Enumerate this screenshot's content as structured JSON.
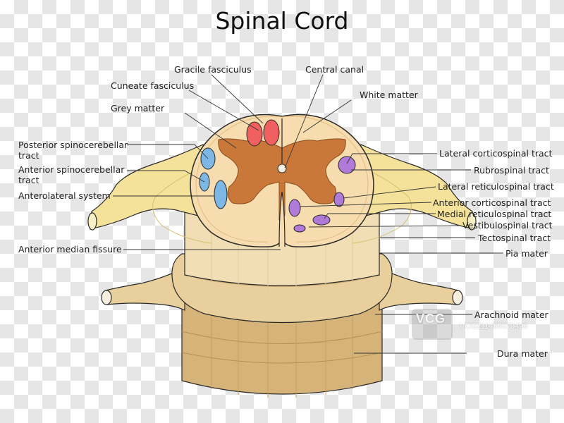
{
  "title": "Spinal Cord",
  "labels": {
    "gracile_fasciculus": "Gracile fasciculus",
    "central_canal": "Central canal",
    "cuneate_fasciculus": "Cuneate fasciculus",
    "white_matter": "White matter",
    "grey_matter": "Grey matter",
    "posterior_spinocerebellar_1": "Posterior spinocerebellar",
    "posterior_spinocerebellar_2": "tract",
    "anterior_spinocerebellar_1": "Anterior spinocerebellar",
    "anterior_spinocerebellar_2": "tract",
    "anterolateral_system": "Anterolateral system",
    "anterior_median_fissure": "Anterior median fissure",
    "lateral_corticospinal": "Lateral corticospinal tract",
    "rubrospinal": "Rubrospinal tract",
    "lateral_reticulospinal": "Lateral reticulospinal tract",
    "anterior_corticospinal": "Anterior corticospinal tract",
    "medial_reticulospinal": "Medial reticulospinal tract",
    "vestibulospinal": "Vestibulospinal tract",
    "tectospinal": "Tectospinal tract",
    "pia_mater": "Pia mater",
    "arachnoid_mater": "Arachnoid mater",
    "dura_mater": "Dura mater"
  },
  "watermark": {
    "logo": "VCG",
    "code": "VCG211489379426"
  },
  "colors": {
    "background_checker": "#e6e6e6",
    "grey_matter": "#c9783a",
    "white_matter": "#f6dcae",
    "nerve": "#f4e29a",
    "meninges": "#e8cf9c",
    "dura": "#d6b479",
    "gracile": "#f06060",
    "cuneate_blue": "#7db7e6",
    "tract_purple": "#b07ad8",
    "outline": "#2a2a2a"
  }
}
